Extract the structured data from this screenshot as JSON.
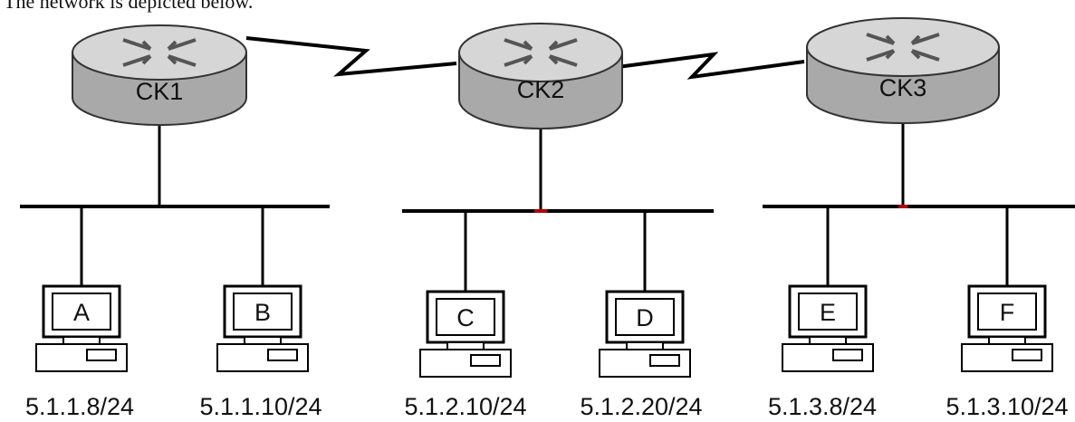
{
  "caption": "The network is depicted below.",
  "routers": [
    {
      "id": "ck1",
      "label": "CK1"
    },
    {
      "id": "ck2",
      "label": "CK2"
    },
    {
      "id": "ck3",
      "label": "CK3"
    }
  ],
  "hosts": [
    {
      "id": "a",
      "letter": "A",
      "ip": "5.1.1.8/24",
      "segment": "ck1"
    },
    {
      "id": "b",
      "letter": "B",
      "ip": "5.1.1.10/24",
      "segment": "ck1"
    },
    {
      "id": "c",
      "letter": "C",
      "ip": "5.1.2.10/24",
      "segment": "ck2"
    },
    {
      "id": "d",
      "letter": "D",
      "ip": "5.1.2.20/24",
      "segment": "ck2"
    },
    {
      "id": "e",
      "letter": "E",
      "ip": "5.1.3.8/24",
      "segment": "ck3"
    },
    {
      "id": "f",
      "letter": "F",
      "ip": "5.1.3.10/24",
      "segment": "ck3"
    }
  ],
  "links": [
    {
      "from": "ck1",
      "to": "ck2",
      "type": "serial"
    },
    {
      "from": "ck2",
      "to": "ck3",
      "type": "serial"
    }
  ],
  "colors": {
    "router_top": "#d6d6d6",
    "router_side": "#a9a9a9",
    "line": "#000000",
    "segment_accent": "#b00000"
  }
}
